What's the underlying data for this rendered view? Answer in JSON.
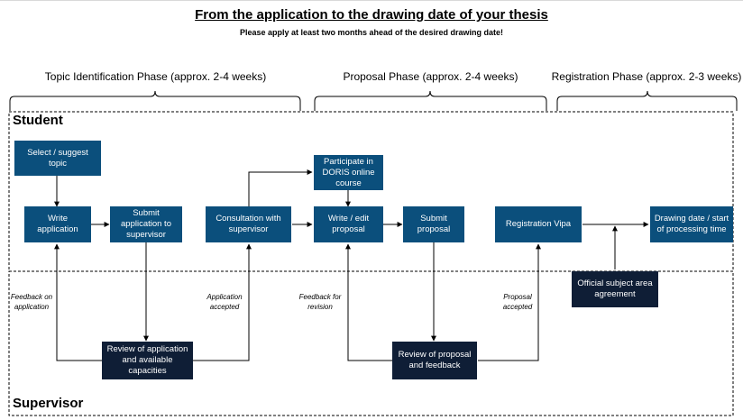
{
  "title": "From the application to the drawing date of your thesis",
  "subtitle": "Please apply at least two months ahead of the desired drawing date!",
  "phases": [
    "Topic Identification Phase (approx. 2-4 weeks)",
    "Proposal Phase (approx. 2-4 weeks)",
    "Registration Phase (approx. 2-3 weeks)"
  ],
  "lanes": {
    "student": "Student",
    "supervisor": "Supervisor"
  },
  "boxes": {
    "select_topic": "Select / suggest topic",
    "write_application": "Write application",
    "submit_application": "Submit application to supervisor",
    "consultation": "Consultation with supervisor",
    "doris": "Participate in DORIS online course",
    "write_proposal": "Write / edit proposal",
    "submit_proposal": "Submit proposal",
    "registration_vipa": "Registration Vipa",
    "drawing_date": "Drawing date / start of processing time",
    "review_application": "Review of application and available capacities",
    "review_proposal": "Review of proposal and feedback",
    "official_agreement": "Official subject area agreement"
  },
  "notes": {
    "feedback_application": "Feedback on application",
    "application_accepted": "Application accepted",
    "feedback_revision": "Feedback for revision",
    "proposal_accepted": "Proposal accepted"
  },
  "colors": {
    "student_box": "#0b4f7c",
    "supervisor_box": "#0f1e36"
  }
}
